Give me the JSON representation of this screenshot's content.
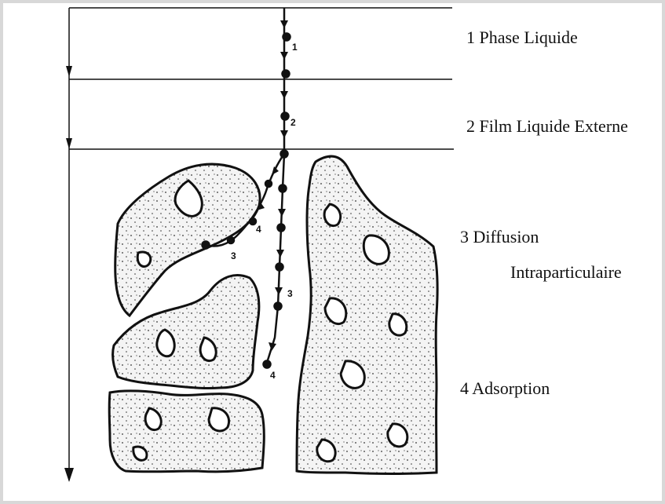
{
  "diagram": {
    "stages": [
      {
        "label": "1 Phase Liquide"
      },
      {
        "label": "2 Film Liquide Externe"
      },
      {
        "label": "3 Diffusion"
      },
      {
        "label": "Intraparticulaire"
      },
      {
        "label": "4 Adsorption"
      }
    ],
    "path_markers": [
      "1",
      "2",
      "3",
      "4",
      "3",
      "4"
    ],
    "colors": {
      "ink": "#111111",
      "particle_fill": "#f4f4f4",
      "frame": "#d0d0d0"
    }
  }
}
